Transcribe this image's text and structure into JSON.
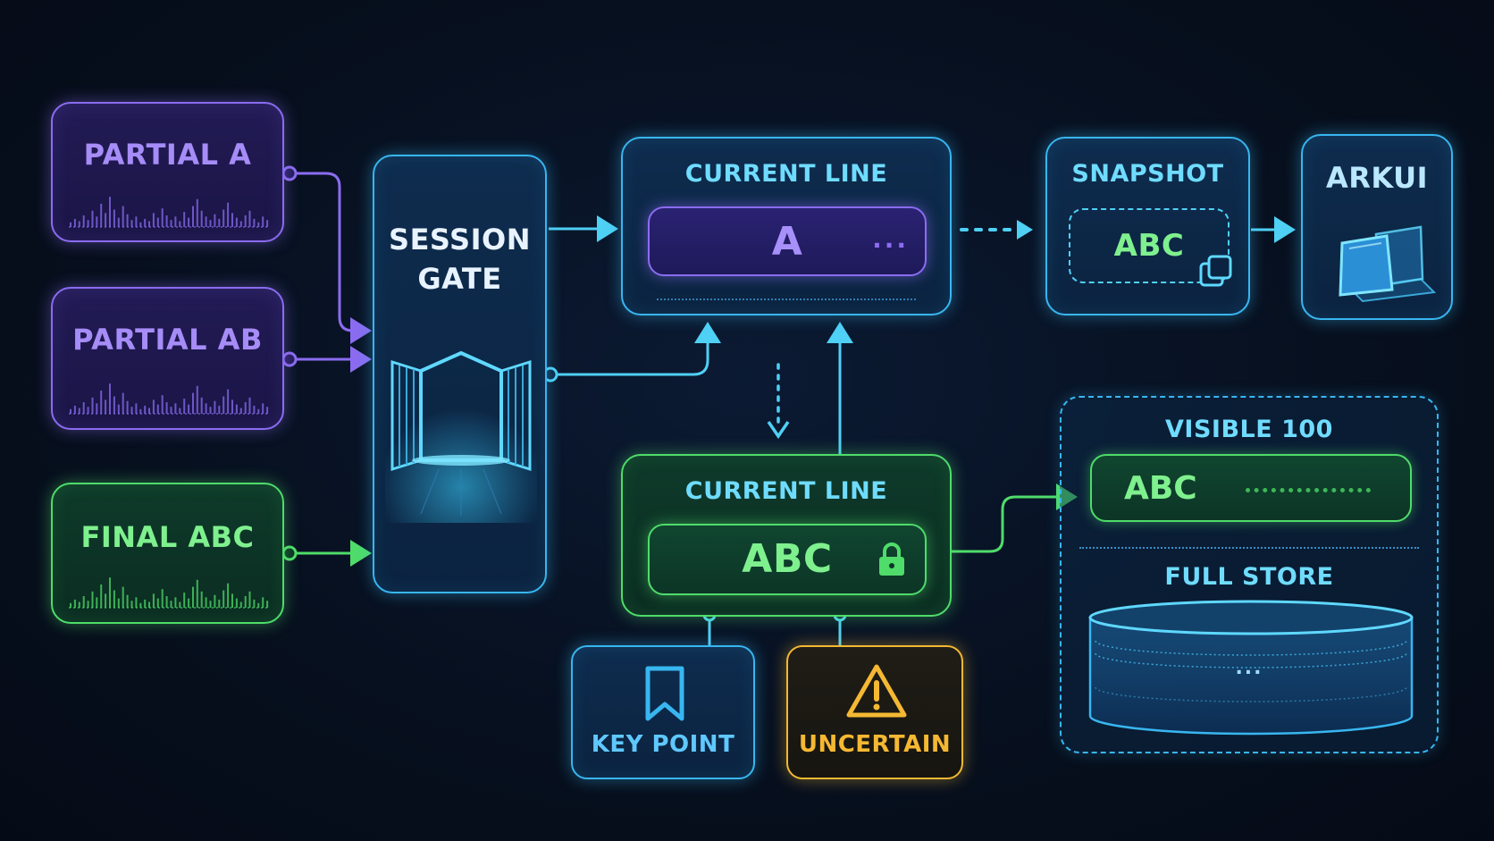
{
  "inputs": {
    "partial_a": "PARTIAL A",
    "partial_ab": "PARTIAL AB",
    "final_abc": "FINAL ABC"
  },
  "gate": {
    "line1": "SESSION",
    "line2": "GATE"
  },
  "current_top": {
    "title": "CURRENT LINE",
    "value": "A",
    "more": "..."
  },
  "current_bottom": {
    "title": "CURRENT LINE",
    "value": "ABC"
  },
  "snapshot": {
    "title": "SNAPSHOT",
    "value": "ABC"
  },
  "arkui": {
    "title": "ARKUI"
  },
  "store": {
    "visible_title": "VISIBLE 100",
    "visible_value": "ABC",
    "full_title": "FULL STORE",
    "full_more": "..."
  },
  "tags": {
    "key_point": "KEY POINT",
    "uncertain": "UNCERTAIN"
  },
  "colors": {
    "purple": "#8b6cf0",
    "green": "#4fdc6a",
    "blue": "#38b6f0",
    "cyan": "#4fd0f5",
    "amber": "#f5b833"
  },
  "icons": {
    "gate": "gate-icon",
    "lock": "lock-icon",
    "copy": "copy-icon",
    "arkui": "stacked-panels-icon",
    "bookmark": "bookmark-icon",
    "warning": "warning-icon",
    "database": "database-icon"
  }
}
